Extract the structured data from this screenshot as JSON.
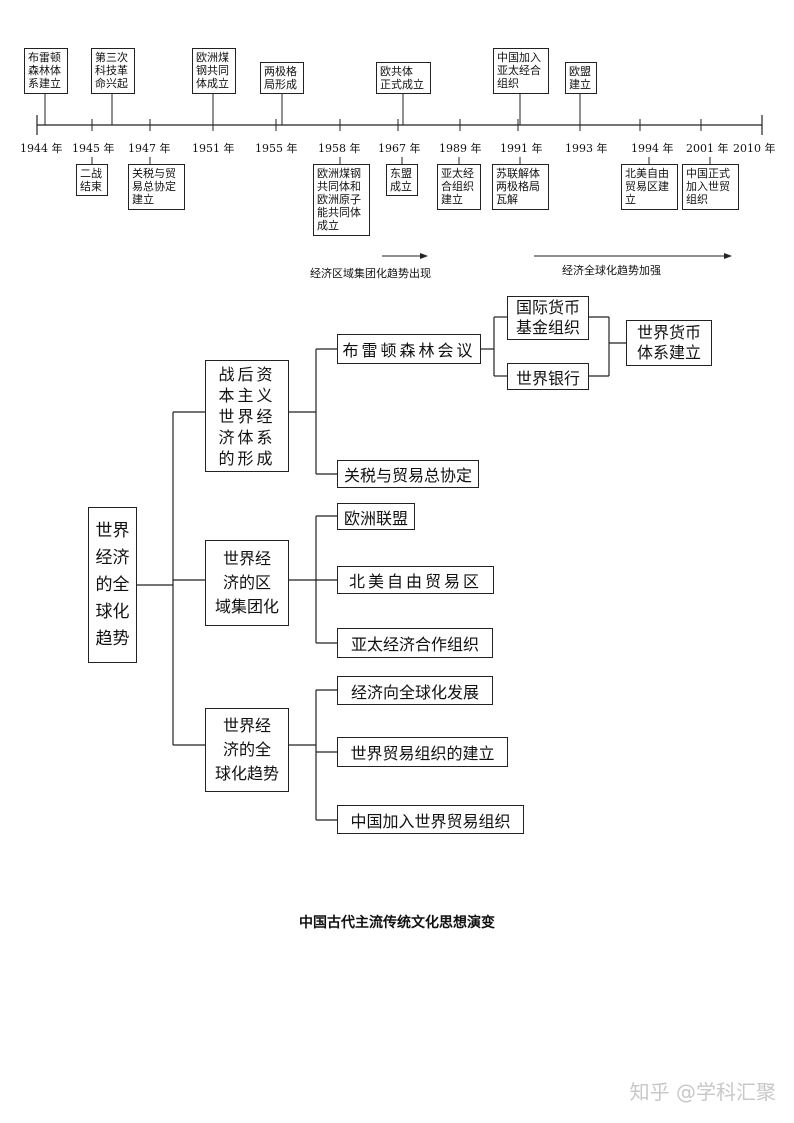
{
  "timeline": {
    "years": [
      "1944 年",
      "1945 年",
      "1947 年",
      "1951 年",
      "1955 年",
      "1958 年",
      "1967 年",
      "1989 年",
      "1991 年",
      "1993 年",
      "1994 年",
      "2001 年",
      "2010 年"
    ],
    "above_events": [
      [
        "布雷顿",
        "森林体",
        "系建立"
      ],
      [
        "第三次",
        "科技革",
        "命兴起"
      ],
      [
        "欧洲煤",
        "钢共同",
        "体成立"
      ],
      [
        "两极格",
        "局形成"
      ],
      [
        "欧共体",
        "正式成立"
      ],
      [
        "中国加入",
        "亚太经合",
        "组织"
      ],
      [
        "欧盟",
        "建立"
      ]
    ],
    "below_events": [
      [
        "二战",
        "结束"
      ],
      [
        "关税与贸",
        "易总协定",
        "建立"
      ],
      [
        "欧洲煤钢",
        "共同体和",
        "欧洲原子",
        "能共同体",
        "成立"
      ],
      [
        "东盟",
        "成立"
      ],
      [
        "亚太经",
        "合组织",
        "建立"
      ],
      [
        "苏联解体",
        "两极格局",
        "瓦解"
      ],
      [
        "北美自由",
        "贸易区建",
        "立"
      ],
      [
        "中国正式",
        "加入世贸",
        "组织"
      ]
    ],
    "trend_left": "经济区域集团化趋势出现",
    "trend_right": "经济全球化趋势加强"
  },
  "mindmap": {
    "root": [
      "世界",
      "经济",
      "的全",
      "球化",
      "趋势"
    ],
    "branch1": [
      "战后资",
      "本主义",
      "世界经",
      "济体系",
      "的形成"
    ],
    "b1_bretton": "布雷顿森林会议",
    "b1_imf": [
      "国际货币",
      "基金组织"
    ],
    "b1_wb": "世界银行",
    "b1_monetary": [
      "世界货币",
      "体系建立"
    ],
    "b1_gatt": "关税与贸易总协定",
    "branch2": [
      "世界经",
      "济的区",
      "域集团化"
    ],
    "b2_eu": "欧洲联盟",
    "b2_nafta": "北美自由贸易区",
    "b2_apec": "亚太经济合作组织",
    "branch3": [
      "世界经",
      "济的全",
      "球化趋势"
    ],
    "b3_dev": "经济向全球化发展",
    "b3_wto": "世界贸易组织的建立",
    "b3_china": "中国加入世界贸易组织"
  },
  "caption": "中国古代主流传统文化思想演变",
  "watermark": "知乎 @学科汇聚"
}
